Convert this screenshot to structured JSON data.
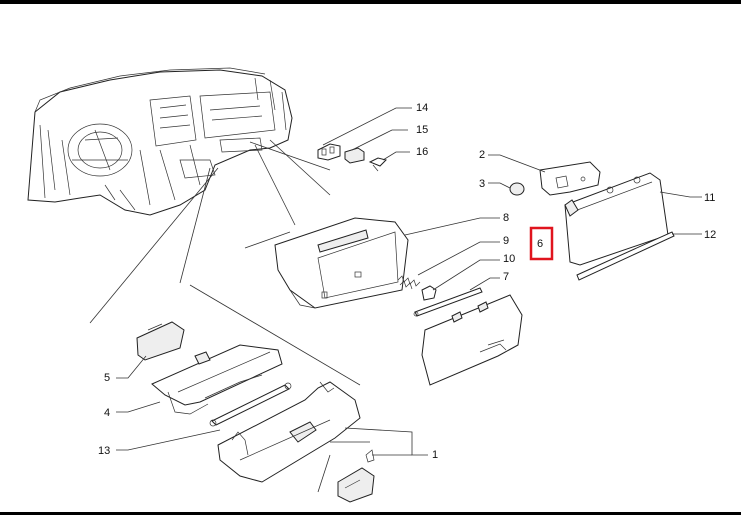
{
  "diagram": {
    "callouts": [
      {
        "id": "14",
        "label": "14"
      },
      {
        "id": "15",
        "label": "15"
      },
      {
        "id": "16",
        "label": "16"
      },
      {
        "id": "2",
        "label": "2"
      },
      {
        "id": "3",
        "label": "3"
      },
      {
        "id": "11",
        "label": "11"
      },
      {
        "id": "12",
        "label": "12"
      },
      {
        "id": "8",
        "label": "8"
      },
      {
        "id": "9",
        "label": "9"
      },
      {
        "id": "10",
        "label": "10"
      },
      {
        "id": "7",
        "label": "7"
      },
      {
        "id": "6",
        "label": "6"
      },
      {
        "id": "5",
        "label": "5"
      },
      {
        "id": "4",
        "label": "4"
      },
      {
        "id": "13",
        "label": "13"
      },
      {
        "id": "1",
        "label": "1"
      }
    ],
    "highlighted_callout": "6",
    "colors": {
      "line": "#222222",
      "highlight": "#e0141e",
      "frame": "#000000"
    }
  }
}
